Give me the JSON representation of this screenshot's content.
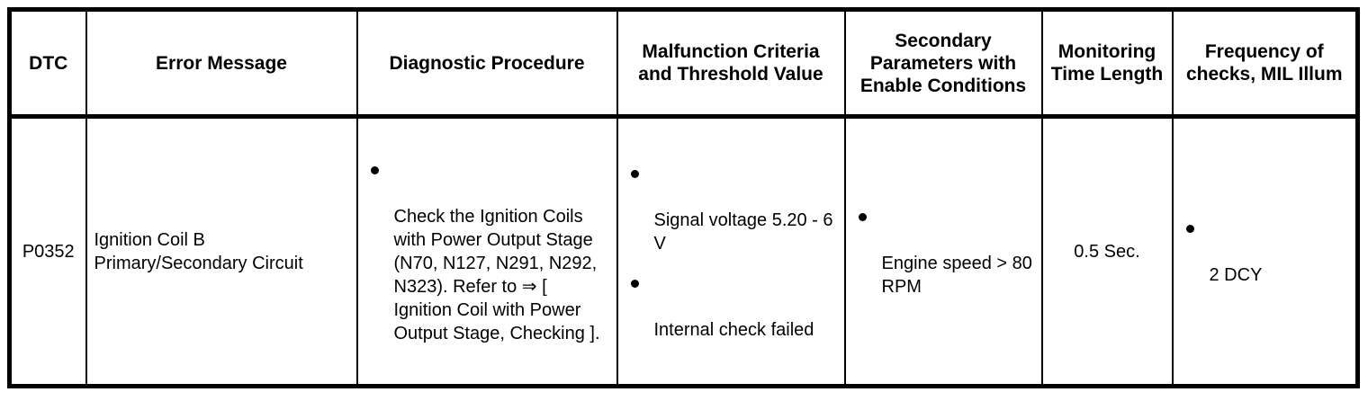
{
  "table": {
    "headers": [
      {
        "key": "dtc",
        "label": "DTC"
      },
      {
        "key": "msg",
        "label": "Error Message"
      },
      {
        "key": "proc",
        "label": "Diagnostic Procedure"
      },
      {
        "key": "crit",
        "label": "Malfunction Criteria and Threshold Value"
      },
      {
        "key": "sec",
        "label": "Secondary Parameters with Enable Conditions"
      },
      {
        "key": "mon",
        "label": "Monitoring Time Length"
      },
      {
        "key": "freq",
        "label": "Frequency of checks, MIL Illum"
      }
    ],
    "rows": [
      {
        "dtc": "P0352",
        "error_message": "Ignition Coil B Primary/Secondary Circuit",
        "diagnostic_procedure": [
          "Check the Ignition Coils with Power Output Stage (N70, N127, N291, N292, N323). Refer to ⇒ [ Ignition Coil with Power Output Stage, Checking ]."
        ],
        "malfunction_criteria": [
          "Signal voltage 5.20 - 6 V",
          "Internal check failed"
        ],
        "secondary_parameters": [
          "Engine speed > 80 RPM"
        ],
        "monitoring_time_length": "0.5 Sec.",
        "frequency_of_checks": [
          "2 DCY"
        ]
      }
    ]
  },
  "colors": {
    "border": "#000000",
    "background": "#ffffff",
    "text": "#000000"
  }
}
